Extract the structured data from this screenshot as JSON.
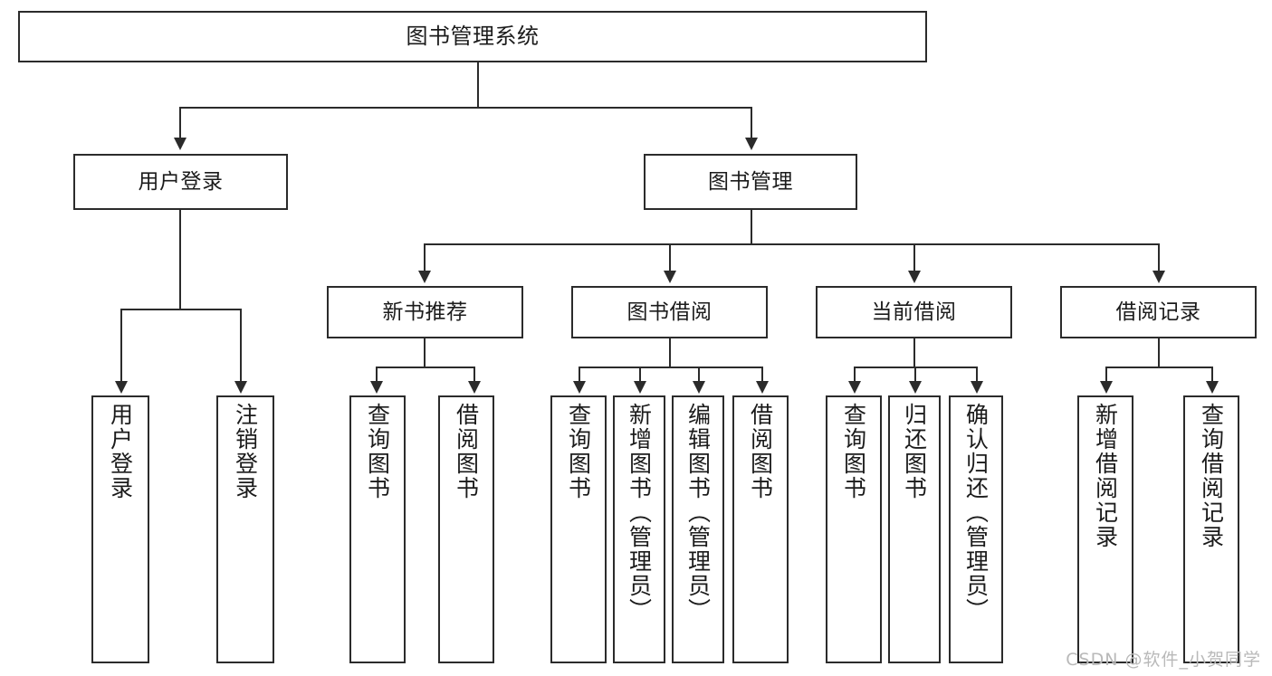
{
  "diagram": {
    "type": "tree",
    "title": "图书管理系统",
    "watermark": "CSDN @软件_小贺同学",
    "colors": {
      "box_border": "#2b2b2b",
      "box_fill": "#ffffff",
      "connector": "#2b2b2b",
      "text": "#1b1b1b",
      "watermark": "#b9b9b9",
      "background": "#ffffff"
    },
    "nodes": {
      "root": {
        "label": "图书管理系统"
      },
      "level2": [
        {
          "id": "user-login",
          "label": "用户登录"
        },
        {
          "id": "book-management",
          "label": "图书管理"
        }
      ],
      "level3": [
        {
          "id": "new-book-recommend",
          "label": "新书推荐"
        },
        {
          "id": "book-borrow",
          "label": "图书借阅"
        },
        {
          "id": "current-borrow",
          "label": "当前借阅"
        },
        {
          "id": "borrow-record",
          "label": "借阅记录"
        }
      ],
      "leaves": {
        "user-login": [
          {
            "id": "leaf-user-login",
            "label": "用户登录"
          },
          {
            "id": "leaf-logout-login",
            "label": "注销登录"
          }
        ],
        "new-book-recommend": [
          {
            "id": "leaf-query-book-1",
            "label": "查询图书"
          },
          {
            "id": "leaf-borrow-book-1",
            "label": "借阅图书"
          }
        ],
        "book-borrow": [
          {
            "id": "leaf-query-book-2",
            "label": "查询图书"
          },
          {
            "id": "leaf-add-book-admin",
            "label": "新增图书（管理员）"
          },
          {
            "id": "leaf-edit-book-admin",
            "label": "编辑图书（管理员）"
          },
          {
            "id": "leaf-borrow-book-2",
            "label": "借阅图书"
          }
        ],
        "current-borrow": [
          {
            "id": "leaf-query-book-3",
            "label": "查询图书"
          },
          {
            "id": "leaf-return-book",
            "label": "归还图书"
          },
          {
            "id": "leaf-confirm-return-admin",
            "label": "确认归还（管理员）"
          }
        ],
        "borrow-record": [
          {
            "id": "leaf-add-borrow-record",
            "label": "新增借阅记录"
          },
          {
            "id": "leaf-query-borrow-record",
            "label": "查询借阅记录"
          }
        ]
      }
    }
  }
}
